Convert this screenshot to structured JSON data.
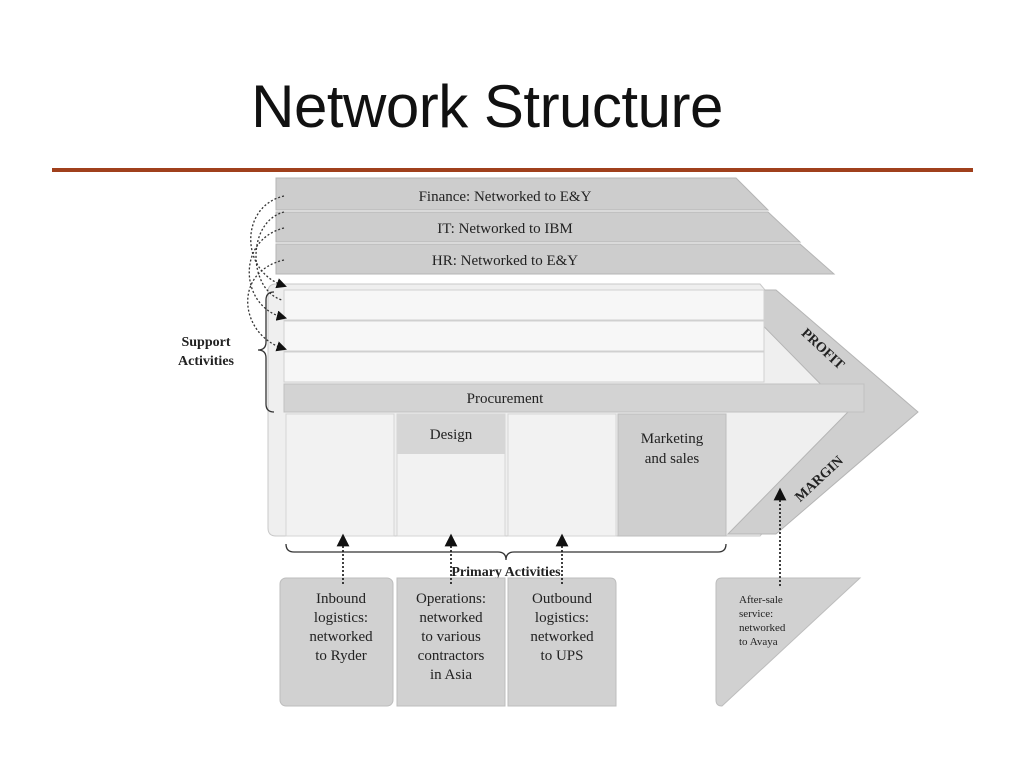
{
  "slide": {
    "title": "Network Structure",
    "accent_color": "#a0401c"
  },
  "support": {
    "label_line1": "Support",
    "label_line2": "Activities",
    "rows": [
      "Finance: Networked to E&Y",
      "IT: Networked to IBM",
      "HR: Networked to E&Y"
    ],
    "procurement": "Procurement"
  },
  "primary": {
    "label": "Primary Activities",
    "design": "Design",
    "marketing_line1": "Marketing",
    "marketing_line2": "and sales"
  },
  "margin": {
    "profit": "PROFIT",
    "margin": "MARGIN"
  },
  "boxes": {
    "inbound": [
      "Inbound",
      "logistics:",
      "networked",
      "to Ryder"
    ],
    "operations": [
      "Operations:",
      "networked",
      "to various",
      "contractors",
      "in Asia"
    ],
    "outbound": [
      "Outbound",
      "logistics:",
      "networked",
      "to UPS"
    ],
    "after_sale": [
      "After-sale",
      "service:",
      "networked",
      "to Avaya"
    ]
  }
}
